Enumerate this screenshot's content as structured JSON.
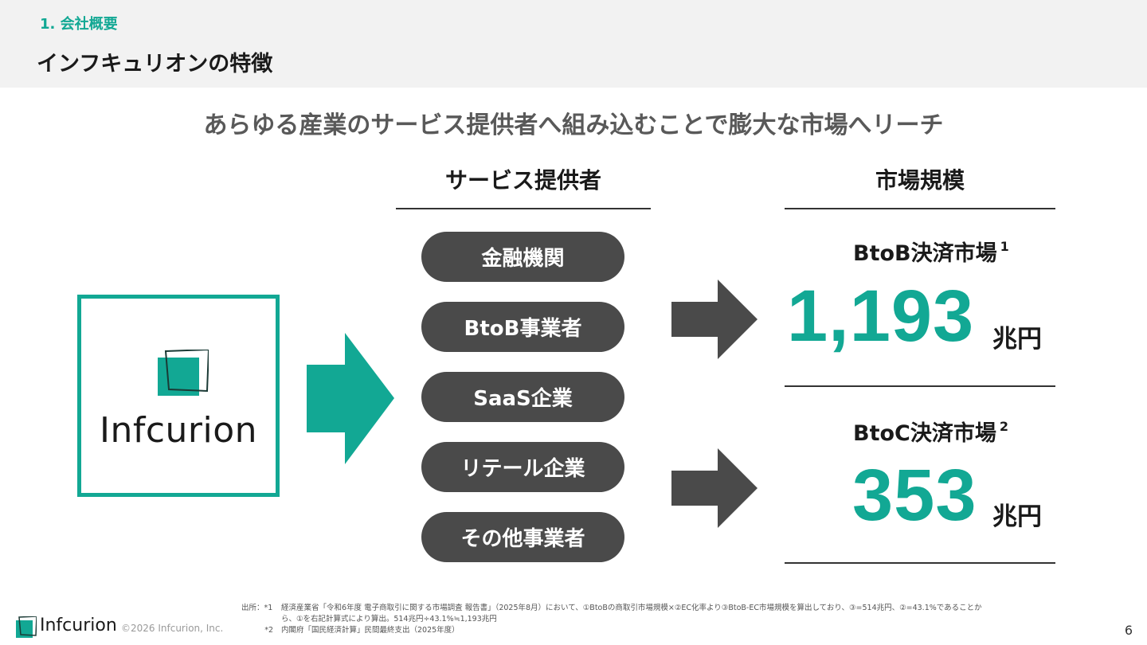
{
  "header": {
    "section": "1. 会社概要",
    "title": "インフキュリオンの特徴"
  },
  "subtitle": "あらゆる産業のサービス提供者へ組み込むことで膨大な市場へリーチ",
  "columns": {
    "providers_heading": "サービス提供者",
    "market_heading": "市場規模"
  },
  "logo": {
    "name": "Infcurion",
    "color": "#12a894"
  },
  "providers": [
    "金融機関",
    "BtoB事業者",
    "SaaS企業",
    "リテール企業",
    "その他事業者"
  ],
  "markets": [
    {
      "label": "BtoB決済市場",
      "note": "1",
      "value": "1,193",
      "unit": "兆円"
    },
    {
      "label": "BtoC決済市場",
      "note": "2",
      "value": "353",
      "unit": "兆円"
    }
  ],
  "footer": {
    "brand": "Infcurion",
    "copyright": "©2026 Infcurion, Inc.",
    "source_label": "出所：*1",
    "note1_line1": "経済産業省「令和6年度 電子商取引に関する市場調査 報告書」（2025年8月）において、①BtoBの商取引市場規模×②EC化率より③BtoB-EC市場規模を算出しており、③=514兆円、②=43.1%であることか",
    "note1_line2": "ら、①を右記計算式により算出。514兆円÷43.1%≒1,193兆円",
    "note2_label": "*2",
    "note2": "内閣府「国民経済計算」民間最終支出（2025年度）",
    "page": "6"
  },
  "colors": {
    "accent": "#12a894",
    "pill": "#4a4a4a",
    "arrow_dark": "#4a4a4a"
  }
}
